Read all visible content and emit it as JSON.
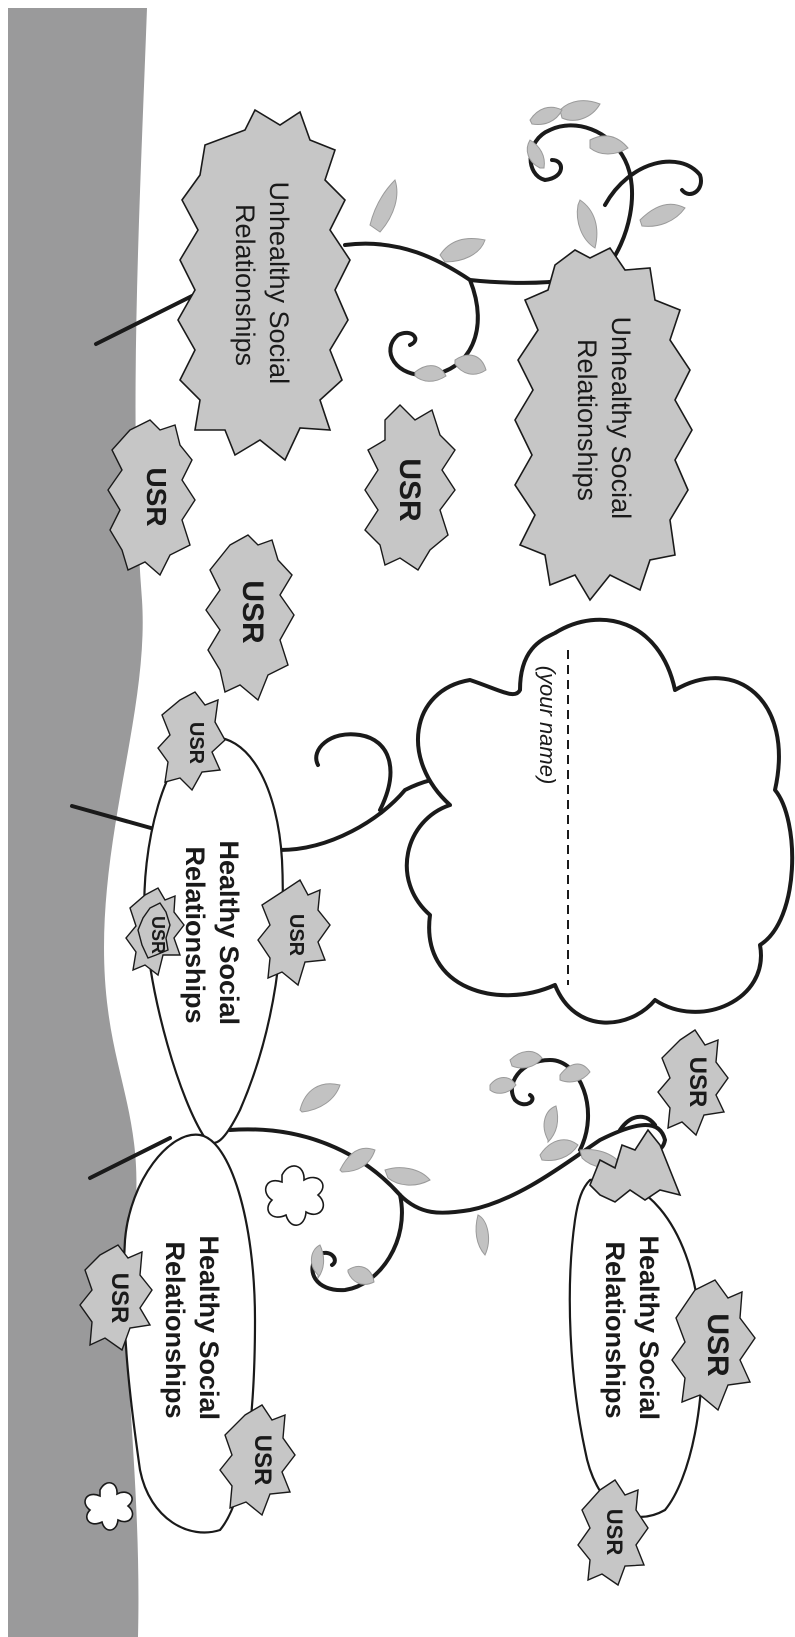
{
  "worksheet": {
    "unhealthy_label": "Unhealthy Social Relationships",
    "unhealthy_line1": "Unhealthy Social",
    "unhealthy_line2": "Relationships",
    "healthy_line1": "Healthy Social",
    "healthy_line2": "Relationships",
    "usr_label": "USR",
    "name_placeholder": "(your name)"
  },
  "colors": {
    "ground": "#9a9a9b",
    "cloud_fill": "#c6c6c6",
    "ink": "#1a1a1a",
    "paper": "#ffffff"
  },
  "orientation": "page content rotated 90 degrees clockwise"
}
